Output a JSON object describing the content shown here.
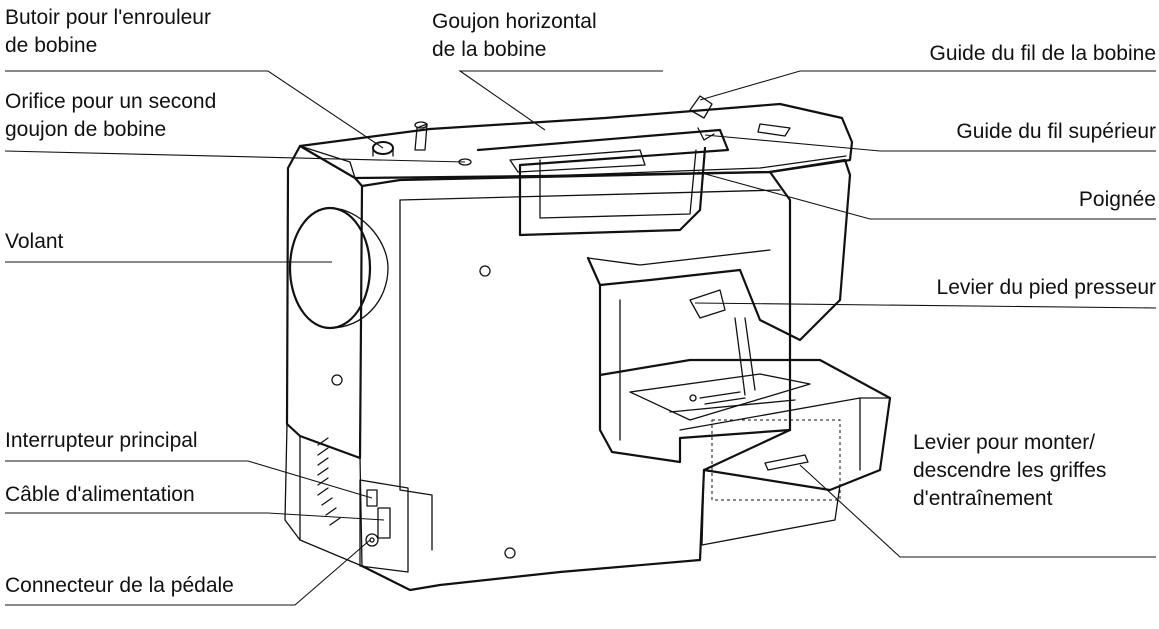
{
  "labels": {
    "bobbin_winder_stop": [
      "Butoir pour l'enrouleur",
      "de bobine"
    ],
    "second_spool_hole": [
      "Orifice pour un second",
      "goujon de bobine"
    ],
    "handwheel": [
      "Volant"
    ],
    "main_switch": [
      "Interrupteur principal"
    ],
    "power_cable": [
      "Câble d'alimentation"
    ],
    "pedal_connector": [
      "Connecteur de la pédale"
    ],
    "horizontal_spool_pin": [
      "Goujon horizontal",
      "de la bobine"
    ],
    "bobbin_thread_guide": [
      "Guide du fil de la bobine"
    ],
    "upper_thread_guide": [
      "Guide du fil supérieur"
    ],
    "handle": [
      "Poignée"
    ],
    "presser_foot_lever": [
      "Levier du pied presseur"
    ],
    "feed_dog_lever": [
      "Levier pour monter/",
      "descendre les griffes",
      "d'entraînement"
    ]
  }
}
